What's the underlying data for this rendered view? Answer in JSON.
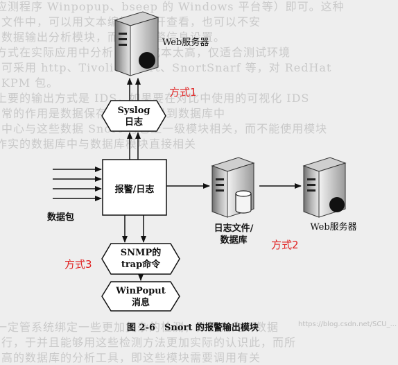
{
  "background_text": [
    "应测程序 Winpopup、bseep 的 Windows 平台等）即可。这种",
    "文件中，可以用文本编辑器打开查看，也可以不安",
    "数据输出分析模块，而记载告警信息设置。",
    "方式在实际应用中分析日志的成本太高，仅适合测试环境",
    "可采用 http、Tivoli、Snort、SnortSnarf 等，对 RedHat",
    "KPM 包。",
    "上要的输出方式是 IDS，如果要在对比中使用的可视化 IDS",
    "常的作用是数据保存，将它记录到数据库中",
    "中心与这些数据 Snort 与它上一级模块相关，而不能使用模块",
    "作实的数据库中与数据库模块直接相关",
    "",
    "",
    "",
    "",
    "",
    "",
    "",
    "",
    "",
    "",
    "",
    "一定管系统绑定一些更加复杂的检测，数据先先到数据",
    "行，于并且能够用这些检测方法更加实际的认识此，而所",
    "高的数据库的分析工具，即这些模块需要调用有关"
  ],
  "nodes": {
    "web_server_top": "Web服务器",
    "syslog": [
      "Syslog",
      "日志"
    ],
    "alert_log": "报警/日志",
    "packets": "数据包",
    "log_file_db": [
      "日志文件/",
      "数据库"
    ],
    "web_server_right": "Web服务器",
    "snmp": [
      "SNMP的",
      "trap命令"
    ],
    "winpopup": [
      "WinPoput",
      "消息"
    ]
  },
  "annotations": {
    "method1": "方式1",
    "method2": "方式2",
    "method3": "方式3"
  },
  "caption": "图 2-6　Snort 的报警输出模块",
  "watermark": "https://blog.csdn.net/SCU_..."
}
